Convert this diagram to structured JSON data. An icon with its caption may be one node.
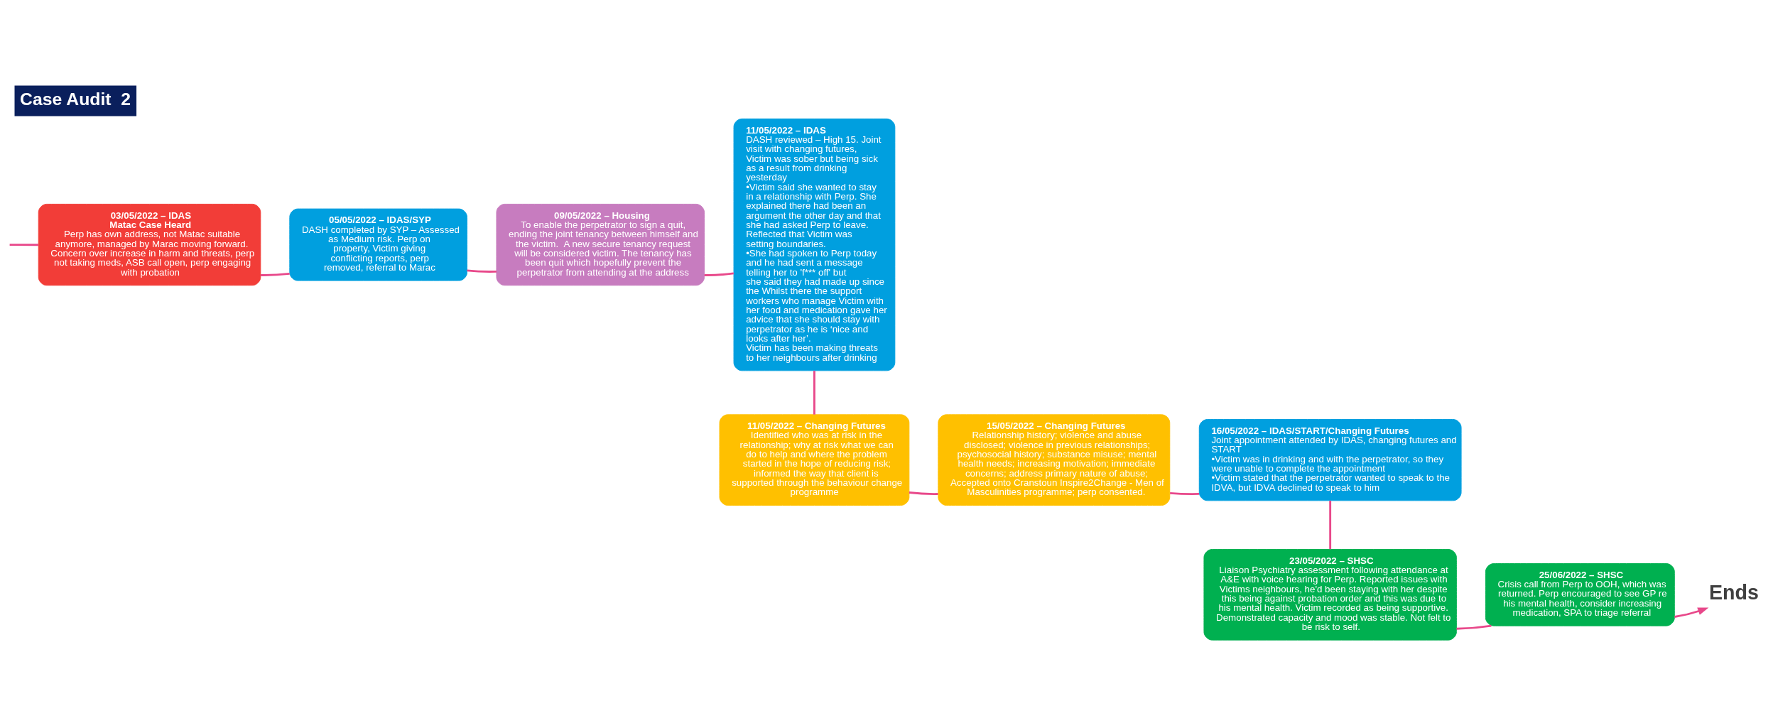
{
  "diagram": {
    "title": "Case Audit  2",
    "nodes": [
      {
        "text": [
          "03/05/2022 – IDAS",
          "Matac Case Heard",
          "Perp has own address, not Matac suitable anymore, managed by Marac moving forward. Concern over increase in harm and threats, perp not taking meds, ASB call open, perp engaging with probation"
        ]
      },
      {
        "text": [
          "05/05/2022 – IDAS/SYP",
          "DASH completed by SYP – Assessed as Medium risk. Perp on property, Victim giving conflicting reports, perp removed, referral to Marac"
        ]
      },
      {
        "text": [
          "09/05/2022 – Housing",
          "To enable the perpetrator to sign a quit, ending the joint tenancy between himself and the victim.  A new secure tenancy request will be considered victim. The tenancy has been quit which hopefully prevent the perpetrator from attending at the address"
        ]
      },
      {
        "text": [
          "11/05/2022 – IDAS",
          "DASH reviewed – High 15. Joint visit with changing futures, Victim was sober but being sick as a result from drinking yesterday",
          "•Victim said she wanted to stay in a relationship with Perp. She explained there had been an argument the other day and that she had asked Perp to leave. Reflected that Victim was setting boundaries.",
          "•She had spoken to Perp today and he had sent a message telling her to 'f*** off' but she said they had made up since the Whilst there the support workers who manage Victim with her food and medication gave her advice that she should stay with perpetrator as he is ‘nice and looks after her’.",
          "Victim has been making threats to her neighbours after drinking"
        ]
      },
      {
        "text": [
          "11/05/2022 – Changing Futures",
          "Identified who was at risk in the relationship; why at risk what we can do to help and where the problem started in the hope of reducing risk; informed the way that client is supported through the behaviour change programme"
        ]
      },
      {
        "text": [
          "15/05/2022 – Changing Futures",
          "Relationship history; violence and abuse disclosed; violence in previous relationships; psychosocial history; substance misuse; mental health needs; increasing motivation; immediate concerns; address primary nature of abuse; Accepted onto Cranstoun Inspire2Change - Men of Masculinities programme; perp consented."
        ]
      },
      {
        "text": [
          "16/05/2022 – IDAS/START/Changing Futures",
          "Joint appointment attended by IDAS, changing futures and START",
          "•Victim was in drinking and with the perpetrator, so they were unable to complete the appointment",
          "•Victim stated that the perpetrator wanted to speak to the IDVA, but IDVA declined to speak to him"
        ]
      },
      {
        "text": [
          "23/05/2022 – SHSC",
          "Liaison Psychiatry assessment following attendance at A&E with voice hearing for Perp. Reported issues with Victims neighbours, he'd been staying with her despite this being against probation order and this was due to his mental health. Victim recorded as being supportive. Demonstrated capacity and mood was stable. Not felt to be risk to self."
        ]
      },
      {
        "text": [
          "25/06/2022 – SHSC",
          "Crisis call from Perp to OOH, which was returned. Perp encouraged to see GP re his mental health, consider increasing medication, SPA to triage referral"
        ]
      },
      {
        "text": [
          "Ends"
        ]
      }
    ],
    "edges": [
      {
        "from": null,
        "to": 0,
        "arrow": "none"
      },
      {
        "from": 0,
        "to": 1,
        "arrow": "none"
      },
      {
        "from": 1,
        "to": 2,
        "arrow": "none"
      },
      {
        "from": 2,
        "to": 3,
        "arrow": "none"
      },
      {
        "from": 3,
        "to": 4,
        "arrow": "none"
      },
      {
        "from": 4,
        "to": 5,
        "arrow": "none"
      },
      {
        "from": 5,
        "to": 6,
        "arrow": "none"
      },
      {
        "from": 6,
        "to": 7,
        "arrow": "none"
      },
      {
        "from": 7,
        "to": 8,
        "arrow": "none"
      },
      {
        "from": 8,
        "to": 9,
        "arrow": "to"
      }
    ]
  }
}
